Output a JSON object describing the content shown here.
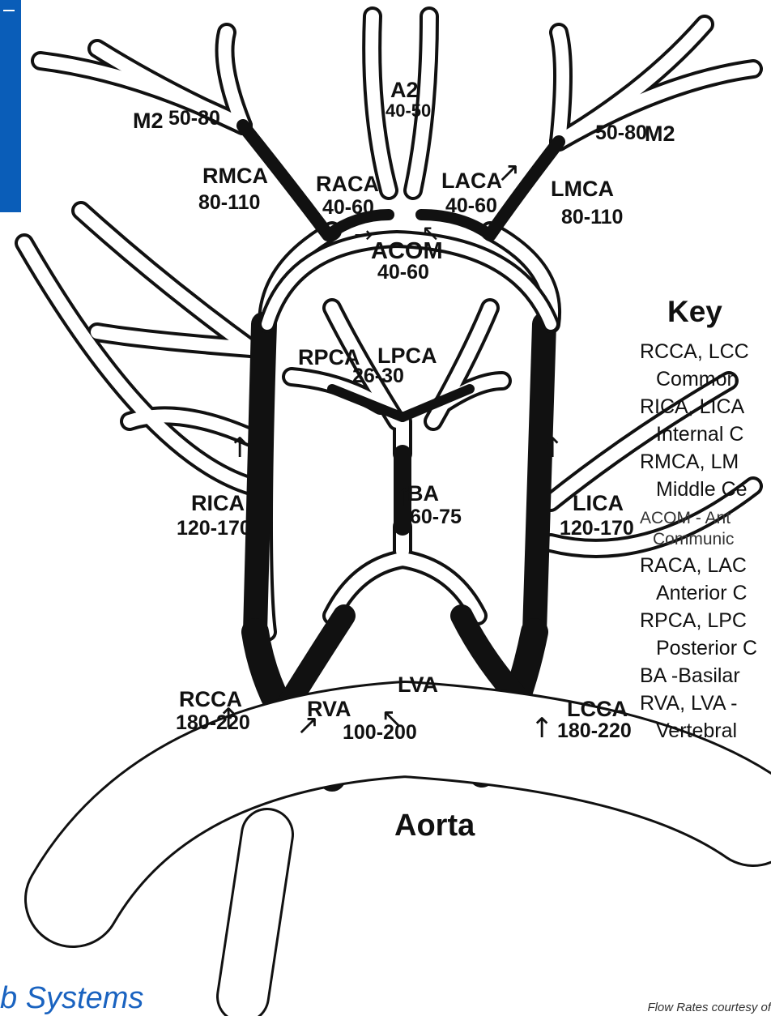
{
  "labels": {
    "m2_right_name": "M2",
    "m2_right_val": "50-80",
    "m2_left_name": "M2",
    "m2_left_val": "50-80",
    "a2_name": "A2",
    "a2_val": "40-50",
    "rmca_name": "RMCA",
    "rmca_val": "80-110",
    "lmca_name": "LMCA",
    "lmca_val": "80-110",
    "raca_name": "RACA",
    "raca_val": "40-60",
    "laca_name": "LACA",
    "laca_val": "40-60",
    "acom_name": "ACOM",
    "acom_val": "40-60",
    "rpca_name": "RPCA",
    "lpca_name": "LPCA",
    "pca_val": "26-30",
    "ba_name": "BA",
    "ba_val": "60-75",
    "rica_name": "RICA",
    "rica_val": "120-170",
    "lica_name": "LICA",
    "lica_val": "120-170",
    "rcca_name": "RCCA",
    "rcca_val": "180-220",
    "lcca_name": "LCCA",
    "lcca_val": "180-220",
    "rva_name": "RVA",
    "lva_name": "LVA",
    "va_val": "100-200",
    "aorta": "Aorta"
  },
  "key": {
    "title": "Key",
    "lines": [
      "RCCA, LCC",
      "Common",
      "RICA, LICA",
      "Internal C",
      "RMCA, LM",
      "Middle Ce",
      "ACOM - Ant",
      "Communic",
      "RACA, LAC",
      "Anterior C",
      "RPCA, LPC",
      "Posterior C",
      "BA -Basilar",
      "RVA, LVA -",
      "Vertebral"
    ]
  },
  "footer": {
    "brand_fragment": "b Systems",
    "credit": "Flow Rates courtesy of"
  },
  "colors": {
    "accent_blue": "#0a5db8",
    "vessel_black": "#111111"
  }
}
